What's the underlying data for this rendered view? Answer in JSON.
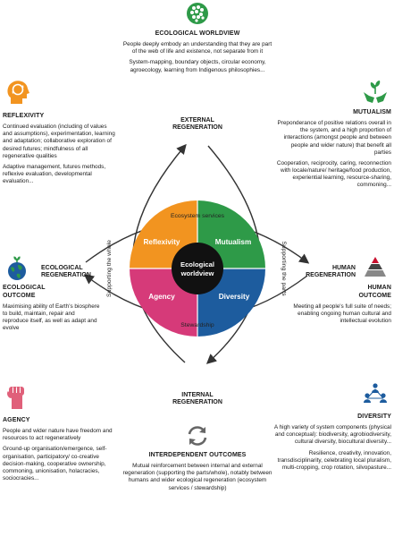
{
  "center": {
    "title_line1": "Ecological",
    "title_line2": "worldview",
    "quadrants": {
      "reflexivity": "Reflexivity",
      "mutualism": "Mutualism",
      "agency": "Agency",
      "diversity": "Diversity"
    }
  },
  "flows": {
    "top": "Ecosystem services",
    "bottom": "Stewardship",
    "left": "Supporting the whole",
    "right": "Supporting the parts"
  },
  "nodes": {
    "external_line1": "EXTERNAL",
    "external_line2": "REGENERATION",
    "internal_line1": "INTERNAL",
    "internal_line2": "REGENERATION",
    "ecological_line1": "ECOLOGICAL",
    "ecological_line2": "REGENERATION",
    "human_line1": "HUMAN",
    "human_line2": "REGENERATION"
  },
  "blocks": {
    "ecological_worldview": {
      "title": "ECOLOGICAL WORLDVIEW",
      "text": "People deeply embody an understanding that they are part of the web of life and existence, not separate from it",
      "examples": "System-mapping, boundary objects, circular economy, agroecology, learning from Indigenous philosophies..."
    },
    "reflexivity": {
      "title": "REFLEXIVITY",
      "text": "Continued evaluation (including of values and assumptions), experimentation, learning and adaptation; collaborative exploration of desired futures; mindfulness of all regenerative qualities",
      "examples": "Adaptive management, futures methods, reflexive evaluation, developmental evaluation..."
    },
    "mutualism": {
      "title": "MUTUALISM",
      "text": "Preponderance of positive relations overall in the system, and a high proportion of interactions (amongst people and between people and wider nature) that benefit all parties",
      "examples": "Cooperation, reciprocity, caring, reconnection with locale/nature/ heritage/food production, experiential learning, resource-sharing, commoning..."
    },
    "ecological_outcome": {
      "title_line1": "ECOLOGICAL",
      "title_line2": "OUTCOME",
      "text": "Maximising ability of Earth's biosphere to build, maintain, repair and reproduce itself, as well as adapt and evolve"
    },
    "human_outcome": {
      "title_line1": "HUMAN",
      "title_line2": "OUTCOME",
      "text": "Meeting all people's full suite of needs; enabling ongoing human cultural and intellectual evolution"
    },
    "agency": {
      "title": "AGENCY",
      "text": "People and wider nature have freedom and resources to act regeneratively",
      "examples": "Ground-up organisation/emergence, self-organisation, participatory/ co-creative decision-making, cooperative ownership, commoning, unionisation, holacracies, sociocracies..."
    },
    "diversity": {
      "title": "DIVERSITY",
      "text": "A high variety of system components (physical and conceptual): biodiversity, agrobiodiversity, cultural diversity, biocultural diversity...",
      "examples": "Resilience, creativity, innovation, transdisciplinarity, celebrating local pluralism, multi-cropping, crop rotation, silvopasture..."
    },
    "interdependent": {
      "title": "INTERDEPENDENT OUTCOMES",
      "text": "Mutual reinforcement between internal and external regeneration (supporting the parts/whole), notably between humans and wider ecological regeneration (ecosystem services / stewardship)"
    }
  },
  "colors": {
    "reflexivity": "#f29420",
    "mutualism": "#2e9a48",
    "agency": "#d63a79",
    "diversity": "#1d5c9e",
    "center": "#111111",
    "lines": "#333333"
  },
  "icons": {
    "worldview": "green-globe-icon",
    "reflexivity": "head-cycle-icon",
    "mutualism": "hands-plant-icon",
    "ecological_outcome": "earth-plant-icon",
    "human_outcome": "pyramid-icon",
    "agency": "raised-fist-icon",
    "diversity": "people-network-icon",
    "interdependent": "circular-arrows-icon"
  }
}
